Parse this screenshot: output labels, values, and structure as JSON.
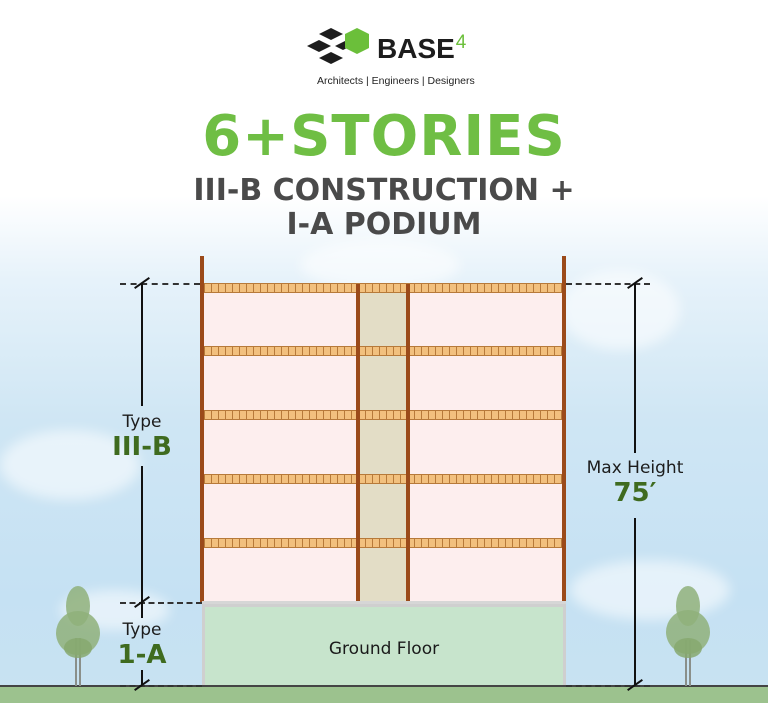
{
  "logo": {
    "brand": "BASE",
    "brand_suffix": "4",
    "tagline": "Architects | Engineers | Designers"
  },
  "title": {
    "main": "6+STORIES",
    "sub_line1": "III-B CONSTRUCTION +",
    "sub_line2": "I-A PODIUM"
  },
  "building": {
    "upper_floors": 5,
    "ground_floor_label": "Ground Floor"
  },
  "dimensions": {
    "upper": {
      "label": "Type",
      "value": "III-B"
    },
    "podium": {
      "label": "Type",
      "value": "1-A"
    },
    "total": {
      "label": "Max Height",
      "value": "75′"
    }
  },
  "colors": {
    "accent_green": "#6fbe44",
    "label_green": "#3f6b1f",
    "timber": "#9b4a1a",
    "slab": "#f2c07e",
    "bay_fill": "#fdeeee",
    "core_fill": "#e3ddc6",
    "podium_fill": "#c7e4cc"
  }
}
